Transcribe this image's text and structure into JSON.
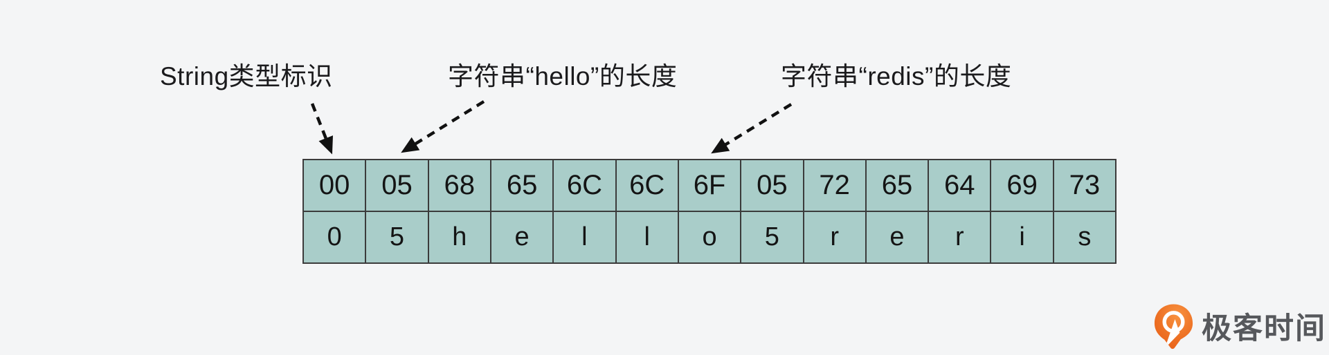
{
  "annotations": {
    "string_type_label": "String类型标识",
    "hello_length_label": "字符串“hello”的长度",
    "redis_length_label": "字符串“redis”的长度"
  },
  "byte_table": {
    "hex_row": [
      "00",
      "05",
      "68",
      "65",
      "6C",
      "6C",
      "6F",
      "05",
      "72",
      "65",
      "64",
      "69",
      "73"
    ],
    "char_row": [
      "0",
      "5",
      "h",
      "e",
      "l",
      "l",
      "o",
      "5",
      "r",
      "e",
      "r",
      "i",
      "s"
    ]
  },
  "logo": {
    "text": "极客时间"
  },
  "colors": {
    "background": "#f4f5f6",
    "cell_fill": "#a9cdc9",
    "cell_border": "#3b3b3b",
    "arrow": "#111111",
    "logo_orange": "#ee6f23",
    "logo_text": "#56585c"
  }
}
